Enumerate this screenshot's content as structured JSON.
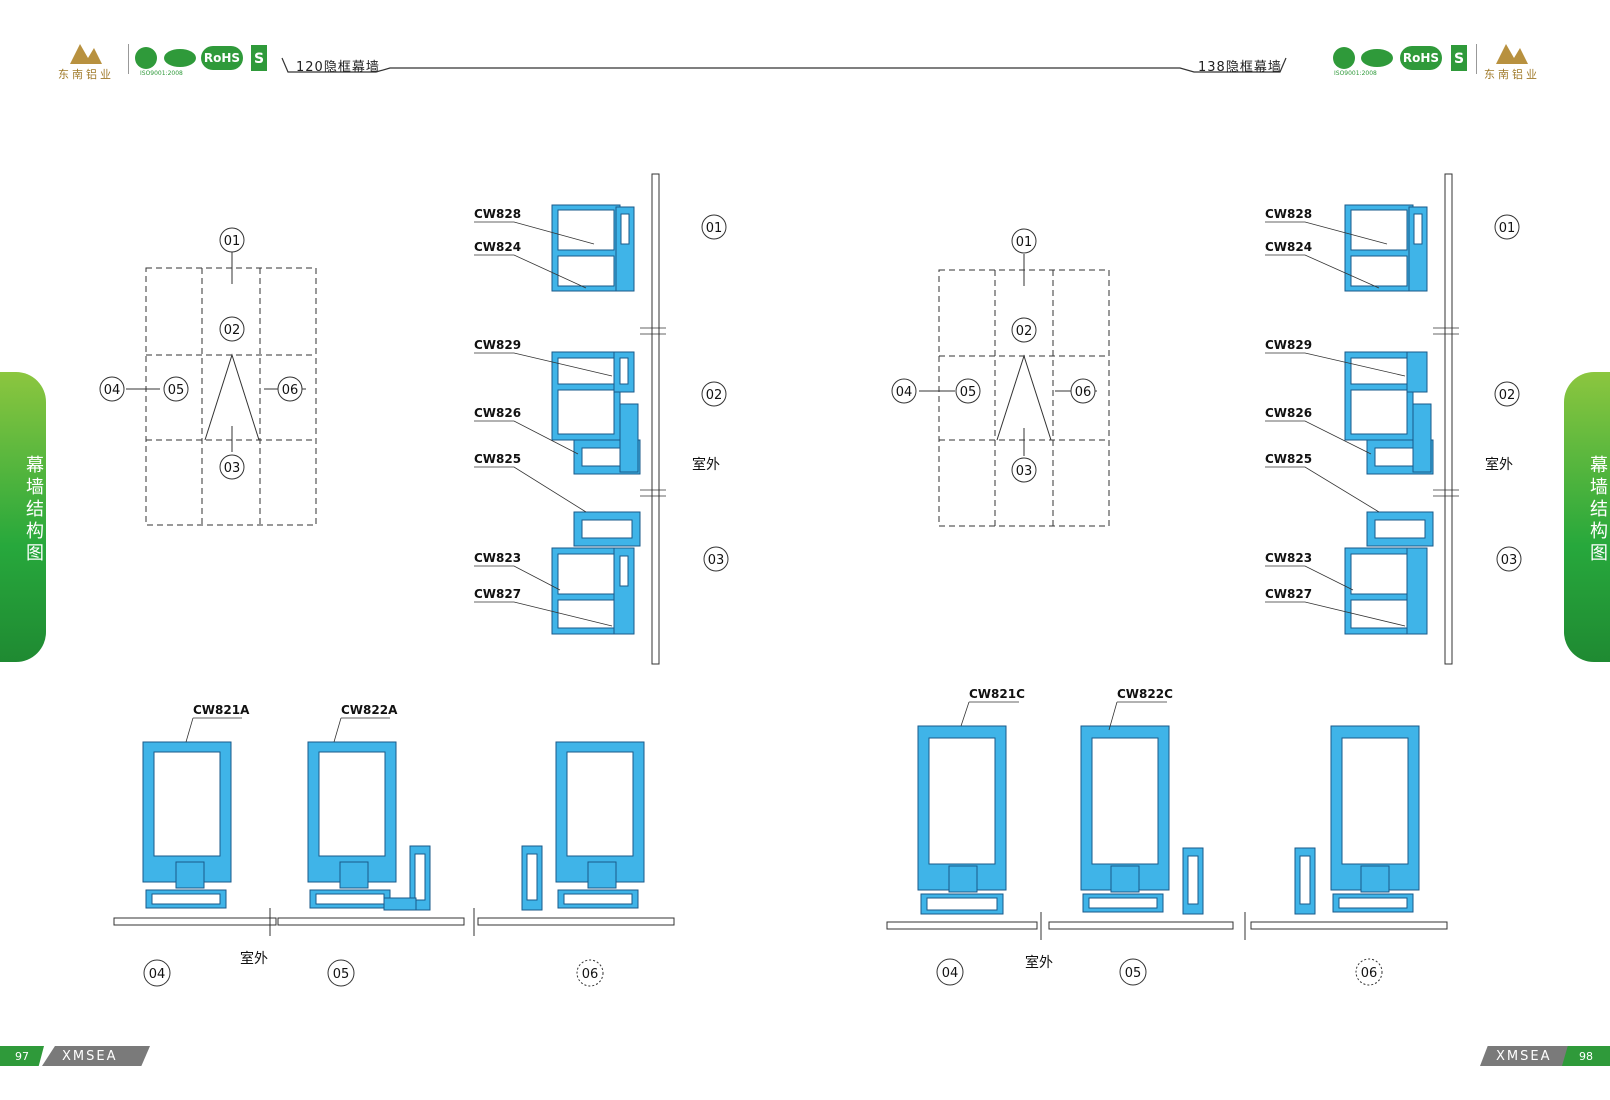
{
  "header": {
    "left_title": "120隐框幕墙",
    "right_title": "138隐框幕墙",
    "brand": "东南铝业",
    "cert_rohs": "RoHS",
    "cert_iso": "ISO9001:2008"
  },
  "side_tab": {
    "text": "幕墙结构图"
  },
  "footer": {
    "left_page": "97",
    "right_page": "98",
    "brand": "XMSEA"
  },
  "left": {
    "grid_labels": [
      "01",
      "02",
      "03",
      "04",
      "05",
      "06"
    ],
    "vertical_labels": [
      "CW828",
      "CW824",
      "CW829",
      "CW826",
      "CW825",
      "CW823",
      "CW827"
    ],
    "vertical_markers": [
      "01",
      "02",
      "03"
    ],
    "outside": "室外",
    "horizontal_labels": [
      "CW821A",
      "CW822A"
    ],
    "horizontal_markers": [
      "04",
      "05",
      "06"
    ],
    "horizontal_outside": "室外"
  },
  "right": {
    "grid_labels": [
      "01",
      "02",
      "03",
      "04",
      "05",
      "06"
    ],
    "vertical_labels": [
      "CW828",
      "CW824",
      "CW829",
      "CW826",
      "CW825",
      "CW823",
      "CW827"
    ],
    "vertical_markers": [
      "01",
      "02",
      "03"
    ],
    "outside": "室外",
    "horizontal_labels": [
      "CW821C",
      "CW822C"
    ],
    "horizontal_markers": [
      "04",
      "05",
      "06"
    ],
    "horizontal_outside": "室外"
  }
}
